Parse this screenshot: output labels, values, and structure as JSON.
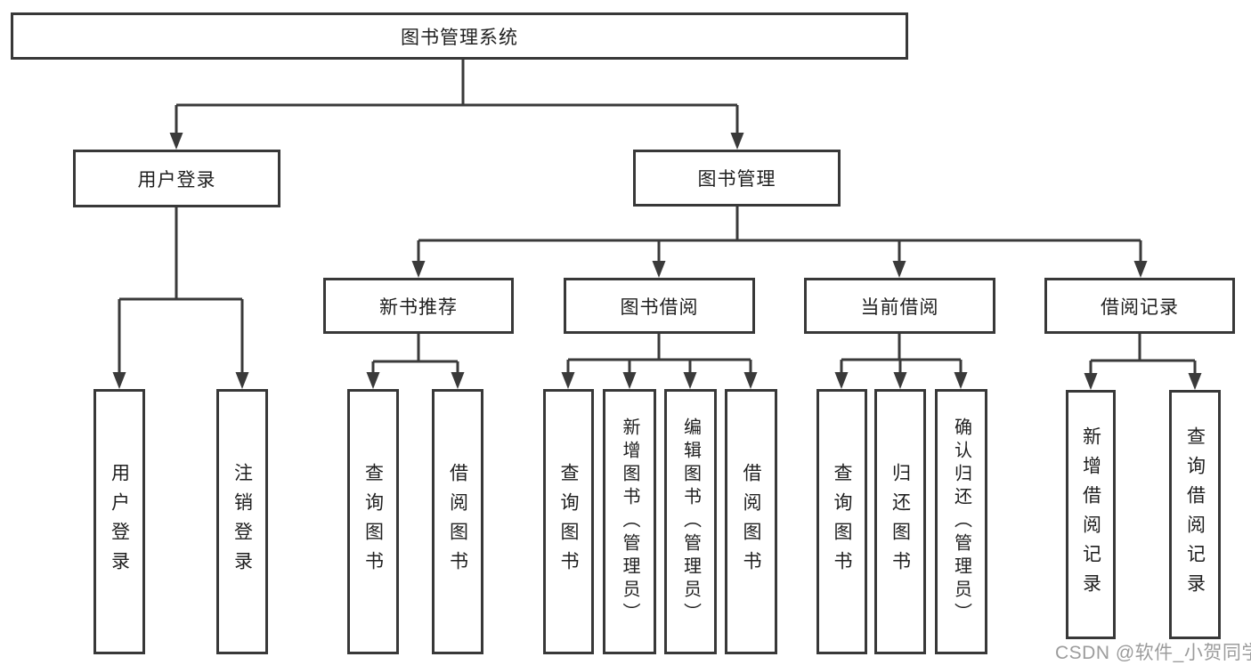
{
  "nodes": {
    "root": "图书管理系统",
    "user_login": "用户登录",
    "book_management": "图书管理",
    "new_book_recommend": "新书推荐",
    "book_borrowing": "图书借阅",
    "current_borrowing": "当前借阅",
    "borrowing_records": "借阅记录",
    "leaf_user_login": "用户登录",
    "leaf_logout": "注销登录",
    "leaf_nb_query_books": "查询图书",
    "leaf_nb_borrow_books": "借阅图书",
    "leaf_bb_query_books": "查询图书",
    "leaf_bb_add_books": "新增图书（管理员）",
    "leaf_bb_edit_books": "编辑图书（管理员）",
    "leaf_bb_borrow_books": "借阅图书",
    "leaf_cb_query_books": "查询图书",
    "leaf_cb_return_books": "归还图书",
    "leaf_cb_confirm_return": "确认归还（管理员）",
    "leaf_br_add_record": "新增借阅记录",
    "leaf_br_query_record": "查询借阅记录"
  },
  "hierarchy": {
    "图书管理系统": {
      "用户登录": [
        "用户登录",
        "注销登录"
      ],
      "图书管理": {
        "新书推荐": [
          "查询图书",
          "借阅图书"
        ],
        "图书借阅": [
          "查询图书",
          "新增图书（管理员）",
          "编辑图书（管理员）",
          "借阅图书"
        ],
        "当前借阅": [
          "查询图书",
          "归还图书",
          "确认归还（管理员）"
        ],
        "借阅记录": [
          "新增借阅记录",
          "查询借阅记录"
        ]
      }
    }
  },
  "watermark": {
    "text": "CSDN @软件_小贺同学",
    "color": "#9c9c9c"
  },
  "colors": {
    "line": "#3a3a3a",
    "box_border": "#383838",
    "box_fill": "#ffffff",
    "text": "#1f1f1f",
    "background": "#ffffff"
  }
}
